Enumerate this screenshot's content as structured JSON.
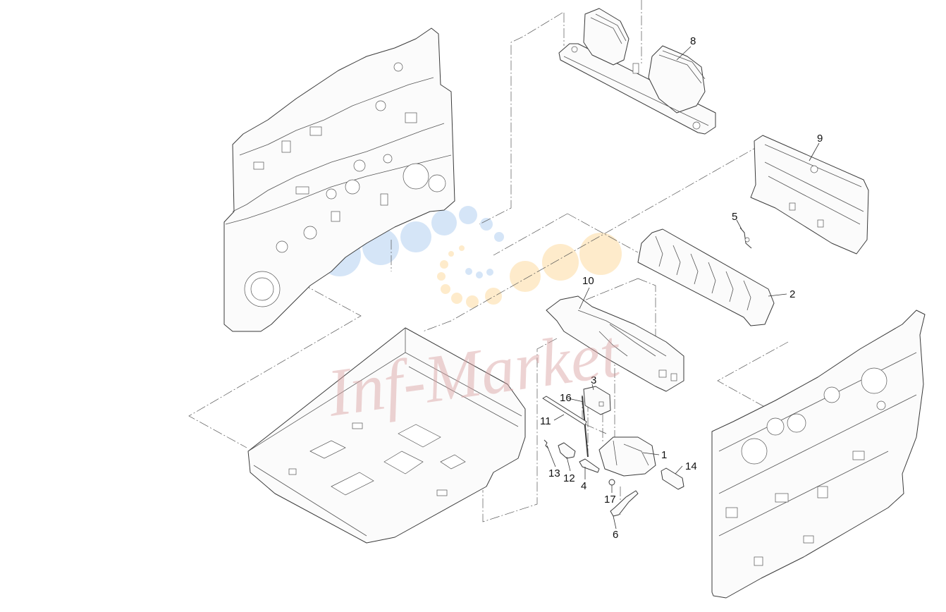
{
  "diagram": {
    "callouts": [
      {
        "id": "1",
        "label": "1"
      },
      {
        "id": "2",
        "label": "2"
      },
      {
        "id": "3",
        "label": "3"
      },
      {
        "id": "4",
        "label": "4"
      },
      {
        "id": "5",
        "label": "5"
      },
      {
        "id": "6",
        "label": "6"
      },
      {
        "id": "8",
        "label": "8"
      },
      {
        "id": "9",
        "label": "9"
      },
      {
        "id": "10",
        "label": "10"
      },
      {
        "id": "11",
        "label": "11"
      },
      {
        "id": "12",
        "label": "12"
      },
      {
        "id": "13",
        "label": "13"
      },
      {
        "id": "14",
        "label": "14"
      },
      {
        "id": "16",
        "label": "16"
      },
      {
        "id": "17",
        "label": "17"
      }
    ]
  },
  "watermark": {
    "text": "Inf-Market",
    "color": "#d9a0a0",
    "dot_colors": [
      "#b9d3f2",
      "#fde2b5"
    ]
  }
}
